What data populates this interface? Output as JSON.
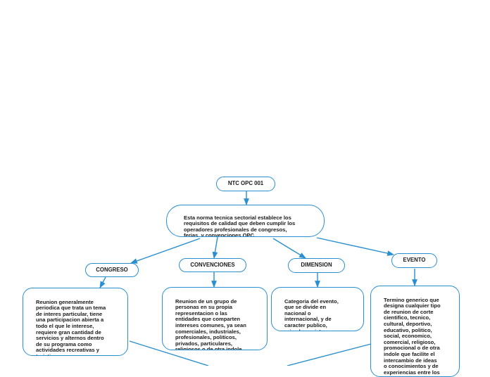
{
  "colors": {
    "line": "#2a8fd0",
    "node_border": "#2a8fd0",
    "text": "#1a1a1a"
  },
  "root": {
    "label": "NTC OPC 001"
  },
  "definition": {
    "text": "Esta norma tecnica sectorial establece los\nrequisitos de calidad que deben cumplir los\noperadores profesionales de congresos,\nferias, y convenciones OPC."
  },
  "categories": {
    "congreso": {
      "label": "CONGRESO",
      "description": "Reunion generalmente\nperiodica que trata un tema\nde interes particular, tiene\nuna participacion abierta a\ntodo el que le interese,\nrequiere gran cantidad de\nservicios y alternos dentro\nde su programa como\nactividades recreativas y\nturisticas."
    },
    "convenciones": {
      "label": "CONVENCIONES",
      "description": "Reunion de un grupo de\npersonas en su propia\nrepresentacion o las\nentidades que comparten\nintereses comunes, ya sean\ncomerciales, industriales,\nprofesionales, politicos,\nprivados, particulares,\nreligiosos o de otra indole."
    },
    "dimension": {
      "label": "DIMENSION",
      "description": "Categoria del evento,\nque se divide en\nnacional o\ninternacional, y de\ncaracter publico,\nprivado o mixto."
    },
    "evento": {
      "label": "EVENTO",
      "description": "Termino generico que\ndesigna cualquier tipo\nde reunion de corte\ncientifico, tecnico,\ncultural, deportivo,\neducativo, politico,\nsocial, economico,\ncomercial, religioso,\npromocional o de otra\nindole que facilite el\nintercambio de ideas\no conocimientos y de\nexperiencias entre los"
    }
  }
}
